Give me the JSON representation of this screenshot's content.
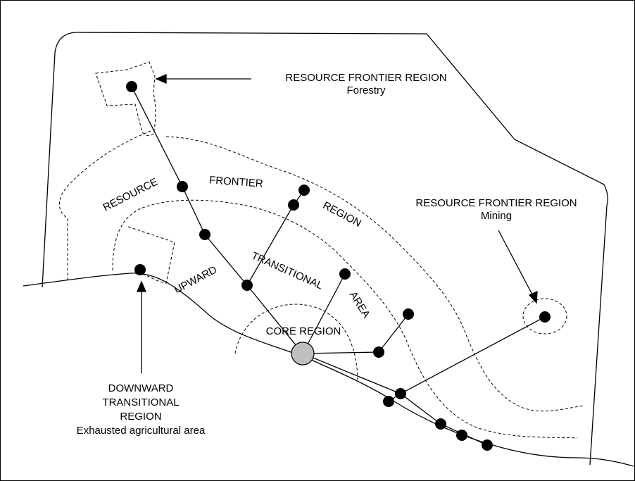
{
  "labels": {
    "forestry_callout": {
      "title": "RESOURCE FRONTIER REGION",
      "subtitle": "Forestry"
    },
    "mining_callout": {
      "title": "RESOURCE FRONTIER REGION",
      "subtitle": "Mining"
    },
    "downward_callout": {
      "line1": "DOWNWARD",
      "line2": "TRANSITIONAL",
      "line3": "REGION",
      "line4": "Exhausted agricultural area"
    },
    "resource_arc": {
      "resource": "RESOURCE",
      "frontier": "FRONTIER",
      "region": "REGION"
    },
    "upward_arc": {
      "upward": "UPWARD",
      "transitional": "TRANSITIONAL",
      "area": "AREA"
    },
    "core_region": "CORE REGION"
  },
  "colors": {
    "ink": "#000000",
    "core_fill": "#bfbfbf",
    "background": "#ffffff"
  }
}
